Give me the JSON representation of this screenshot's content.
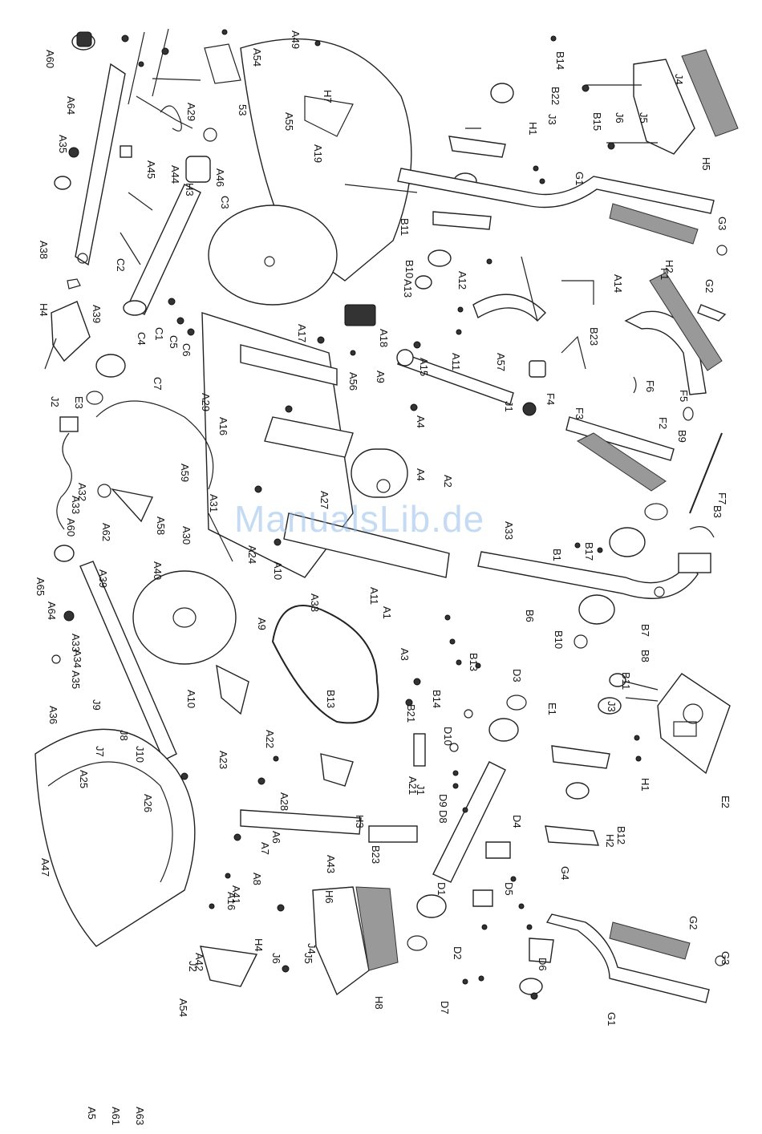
{
  "watermark": "ManualsLib.de",
  "labels": [
    "A60",
    "A64",
    "A35",
    "A38",
    "A39",
    "H4",
    "J2",
    "E3",
    "A32",
    "A33",
    "A60",
    "A62",
    "A65",
    "A64",
    "A33",
    "A34",
    "A35",
    "A36",
    "J9",
    "J8",
    "J7",
    "J10",
    "A25",
    "A26",
    "A47",
    "A54",
    "J2",
    "A42",
    "A16",
    "A41",
    "A8",
    "A7",
    "A6",
    "A43",
    "B23",
    "H4",
    "J6",
    "J5",
    "J4",
    "H6",
    "H8",
    "A21",
    "J1",
    "D9",
    "D8",
    "D10",
    "D1",
    "D2",
    "D7",
    "D3",
    "D4",
    "D5",
    "D6",
    "G4",
    "G1",
    "G2",
    "G3",
    "H2",
    "B12",
    "H1",
    "E2",
    "E1",
    "J3",
    "B11",
    "B10",
    "B8",
    "B7",
    "B6",
    "B1",
    "B17",
    "B3",
    "F7",
    "B9",
    "F2",
    "F3",
    "F5",
    "F6",
    "F1",
    "F4",
    "J1",
    "B23",
    "A14",
    "A57",
    "A11",
    "A12",
    "A13",
    "B10",
    "B11",
    "H2",
    "G2",
    "G3",
    "G1",
    "H1",
    "J3",
    "B22",
    "B14",
    "B15",
    "J6",
    "J5",
    "J4",
    "H5",
    "H7",
    "A19",
    "A55",
    "A54",
    "A49",
    "53",
    "H3",
    "A29",
    "A45",
    "A44",
    "A46",
    "C3",
    "C2",
    "C4",
    "C1",
    "C5",
    "C6",
    "C7",
    "A29",
    "A16",
    "A59",
    "A58",
    "A30",
    "A31",
    "A24",
    "A10",
    "A27",
    "A4",
    "A2",
    "A17",
    "A18",
    "A9",
    "A56",
    "A15",
    "A4",
    "A33",
    "A33",
    "A11",
    "A1",
    "A3",
    "B13",
    "B14",
    "B21",
    "B13",
    "A10",
    "A9",
    "A22",
    "A23",
    "A28",
    "H3",
    "A39",
    "A40",
    "A5",
    "A61",
    "A63"
  ]
}
